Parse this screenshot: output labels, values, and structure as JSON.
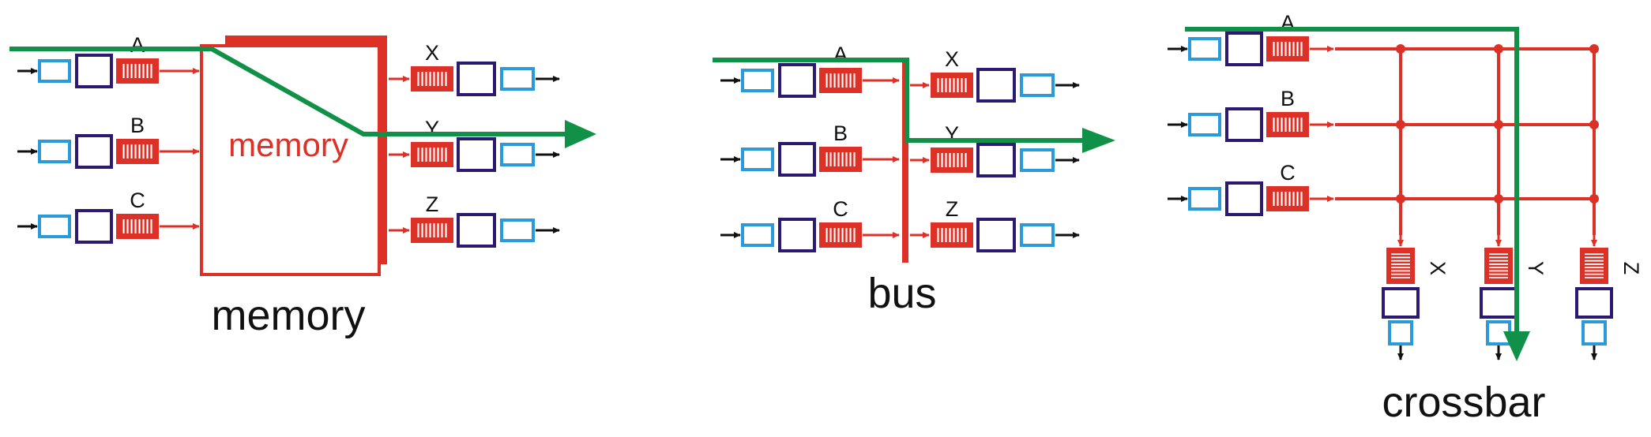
{
  "colors": {
    "red": "#dd3127",
    "green": "#119148",
    "navy": "#2b1a6f",
    "cyan": "#2a9ad8",
    "black": "#111111"
  },
  "memory_panel": {
    "inputs": [
      "A",
      "B",
      "C"
    ],
    "outputs": [
      "X",
      "Y",
      "Z"
    ],
    "inner_label": "memory",
    "caption": "memory"
  },
  "bus_panel": {
    "inputs": [
      "A",
      "B",
      "C"
    ],
    "outputs": [
      "X",
      "Y",
      "Z"
    ],
    "caption": "bus"
  },
  "crossbar_panel": {
    "inputs": [
      "A",
      "B",
      "C"
    ],
    "outputs": [
      "X",
      "Y",
      "Z"
    ],
    "caption": "crossbar"
  }
}
